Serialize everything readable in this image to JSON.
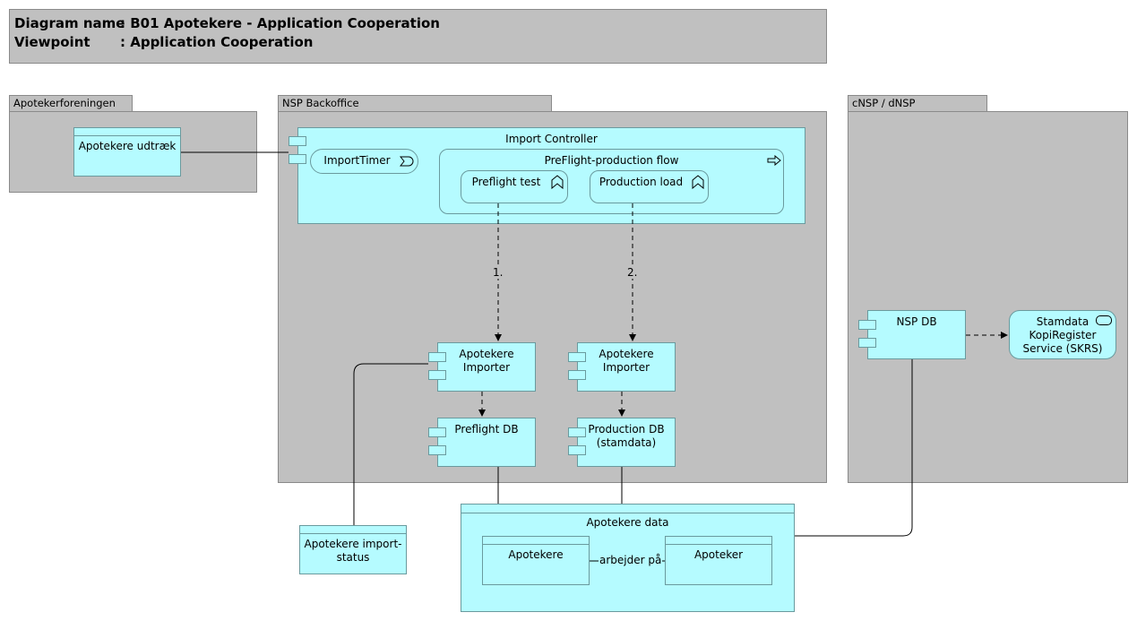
{
  "header": {
    "diagram_name_key": "Diagram name",
    "diagram_name_value": ": B01 Apotekere - Application Cooperation",
    "viewpoint_key": "Viewpoint",
    "viewpoint_value": ": Application Cooperation"
  },
  "groups": {
    "apotekerforeningen": "Apotekerforeningen",
    "nsp_backoffice": "NSP Backoffice",
    "cnsp": "cNSP / dNSP"
  },
  "elements": {
    "apotekere_udtraek": "Apotekere udtræk",
    "import_controller": "Import Controller",
    "import_timer": "ImportTimer",
    "preflight_flow": "PreFlight-production flow",
    "preflight_test": "Preflight test",
    "production_load": "Production load",
    "importer1_line1": "Apotekere",
    "importer1_line2": "Importer",
    "importer2_line1": "Apotekere",
    "importer2_line2": "Importer",
    "preflight_db": "Preflight DB",
    "production_db_line1": "Production DB",
    "production_db_line2": "(stamdata)",
    "nsp_db": "NSP DB",
    "skrs_line1": "Stamdata",
    "skrs_line2": "KopiRegister",
    "skrs_line3": "Service (SKRS)",
    "import_status_line1": "Apotekere import-",
    "import_status_line2": "status",
    "apotekere_data": "Apotekere data",
    "apotekere": "Apotekere",
    "apoteker": "Apoteker",
    "arbejder_paa": "arbejder på",
    "step1": "1.",
    "step2": "2."
  },
  "colors": {
    "group_fill": "#c0c0c0",
    "application_fill": "#b5fbff",
    "border": "#6a9a9e"
  }
}
